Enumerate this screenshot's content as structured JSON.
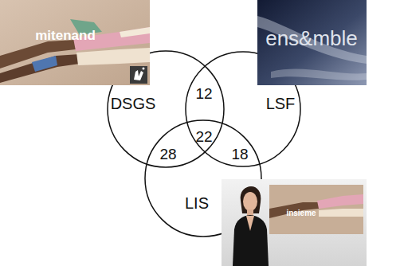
{
  "diagram": {
    "nodes": [
      {
        "text": [
          "DSGS"
        ]
      },
      {
        "text": [
          "LSF"
        ]
      },
      {
        "text": [
          "LIS"
        ]
      }
    ],
    "labels": [
      "12",
      "22",
      "28",
      "18",
      "mitenand",
      "ens&mble",
      "insieme"
    ]
  }
}
